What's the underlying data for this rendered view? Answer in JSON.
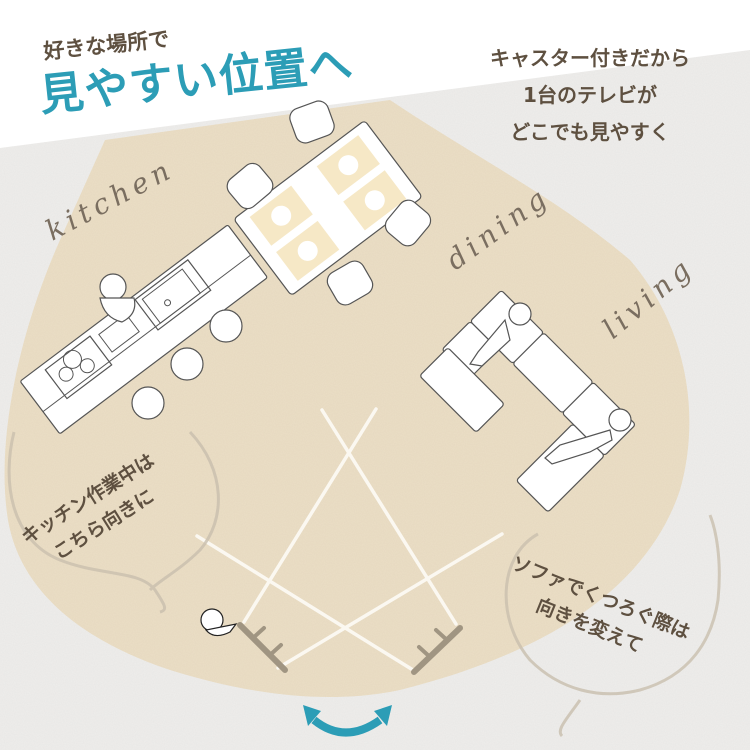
{
  "header": {
    "subtitle": "好きな場所で",
    "title": "見やすい位置へ"
  },
  "feature_copy": {
    "lines": [
      "キャスター付きだから",
      "1台のテレビが",
      "どこでも見やすく"
    ]
  },
  "zones": {
    "kitchen": "kitchen",
    "dining": "dining",
    "living": "living"
  },
  "notes": {
    "kitchen": {
      "lines": [
        "キッチン作業中は",
        "こちら向きに"
      ]
    },
    "sofa": {
      "lines": [
        "ソファでくつろぐ際は",
        "向きを変えて"
      ]
    }
  },
  "icons": {
    "rotate_arrow": "rotate-double-arrow-icon",
    "tv_stand": "tv-stand-icon",
    "person": "person-topview-icon"
  },
  "colors": {
    "accent_teal": "#2c9db6",
    "text_brown": "#5e5040",
    "floor_beige": "#ecdfc6",
    "paper_gray": "#efeeec",
    "tv_stand": "#a09582",
    "table_mat": "#f6e8c6"
  }
}
